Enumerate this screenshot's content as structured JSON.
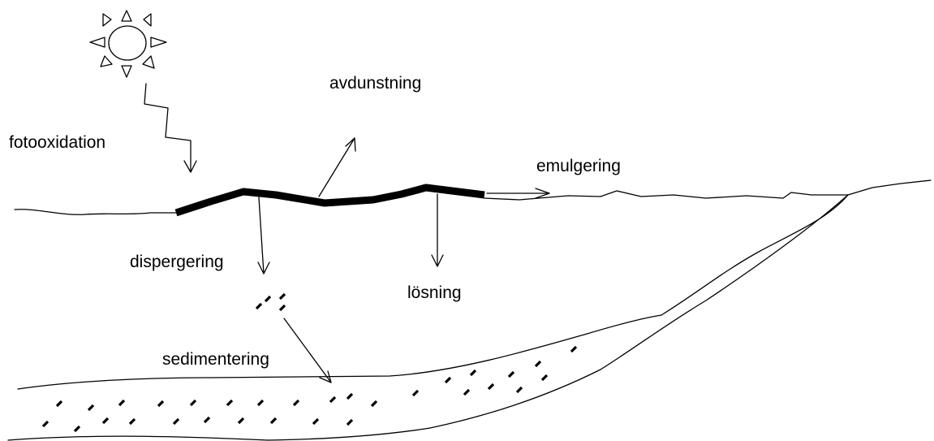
{
  "diagram": {
    "labels": {
      "fotooxidation": "fotooxidation",
      "avdunstning": "avdunstning",
      "emulgering": "emulgering",
      "dispergering": "dispergering",
      "losning": "lösning",
      "sedimentering": "sedimentering"
    },
    "icons": [
      "sun-icon"
    ]
  }
}
